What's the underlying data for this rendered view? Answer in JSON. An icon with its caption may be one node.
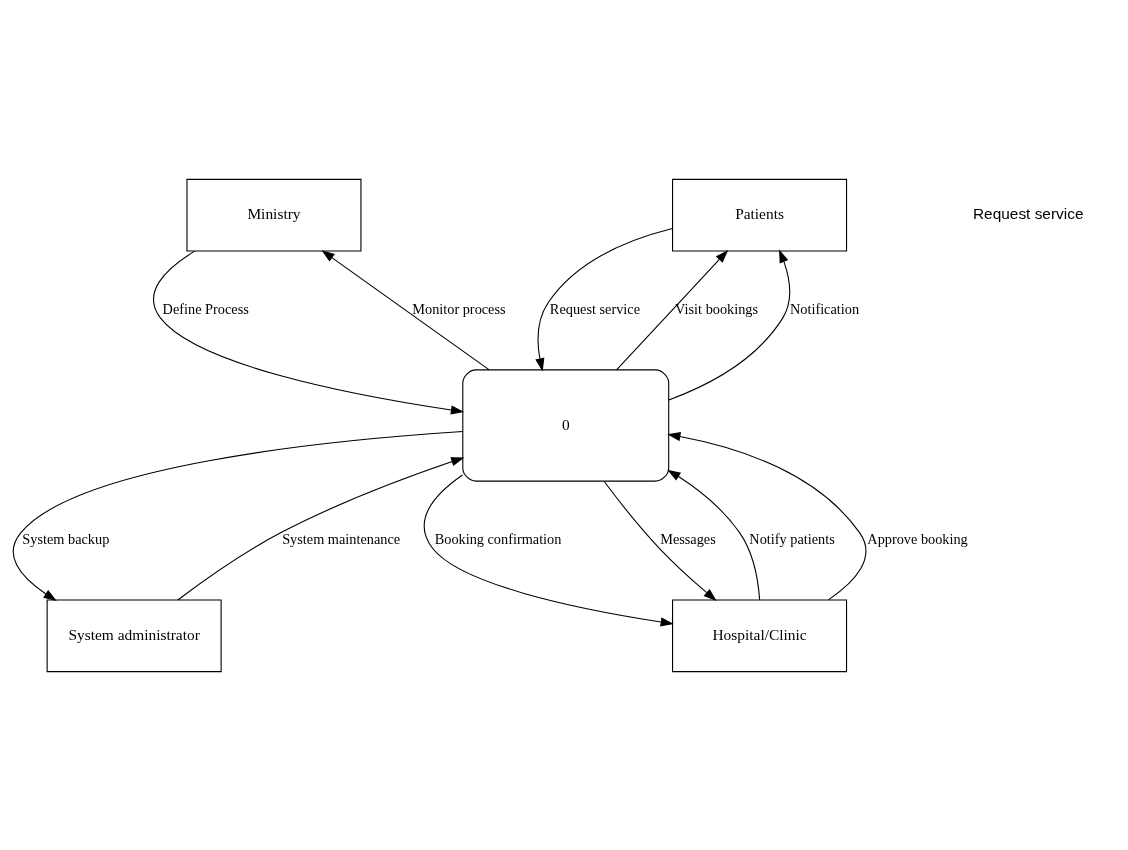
{
  "diagram": {
    "nodes": [
      {
        "text": [
          "Ministry"
        ]
      },
      {
        "text": [
          "Patients"
        ]
      },
      {
        "text": [
          "0"
        ]
      },
      {
        "text": [
          "System administrator"
        ]
      },
      {
        "text": [
          "Hospital/Clinic"
        ]
      }
    ],
    "edges": [
      {
        "from": 0,
        "to": 2,
        "arrow": "to",
        "label": "Define Process"
      },
      {
        "from": 2,
        "to": 0,
        "arrow": "to",
        "label": "Monitor process"
      },
      {
        "from": 1,
        "to": 2,
        "arrow": "to",
        "label": "Request service"
      },
      {
        "from": 2,
        "to": 1,
        "arrow": "to",
        "label": "Visit bookings"
      },
      {
        "from": 2,
        "to": 1,
        "arrow": "to",
        "label": "Notification"
      },
      {
        "from": 4,
        "to": 2,
        "arrow": "to",
        "label": "Notify patients"
      },
      {
        "from": 2,
        "to": 4,
        "arrow": "to",
        "label": "Booking confirmation"
      },
      {
        "from": 4,
        "to": 2,
        "arrow": "to",
        "label": "Approve booking"
      },
      {
        "from": 2,
        "to": 4,
        "arrow": "to",
        "label": "Messages"
      },
      {
        "from": 2,
        "to": 3,
        "arrow": "to",
        "label": "System backup"
      },
      {
        "from": 3,
        "to": 2,
        "arrow": "to",
        "label": "System maintenance"
      }
    ],
    "labels": [
      "Request service"
    ]
  }
}
